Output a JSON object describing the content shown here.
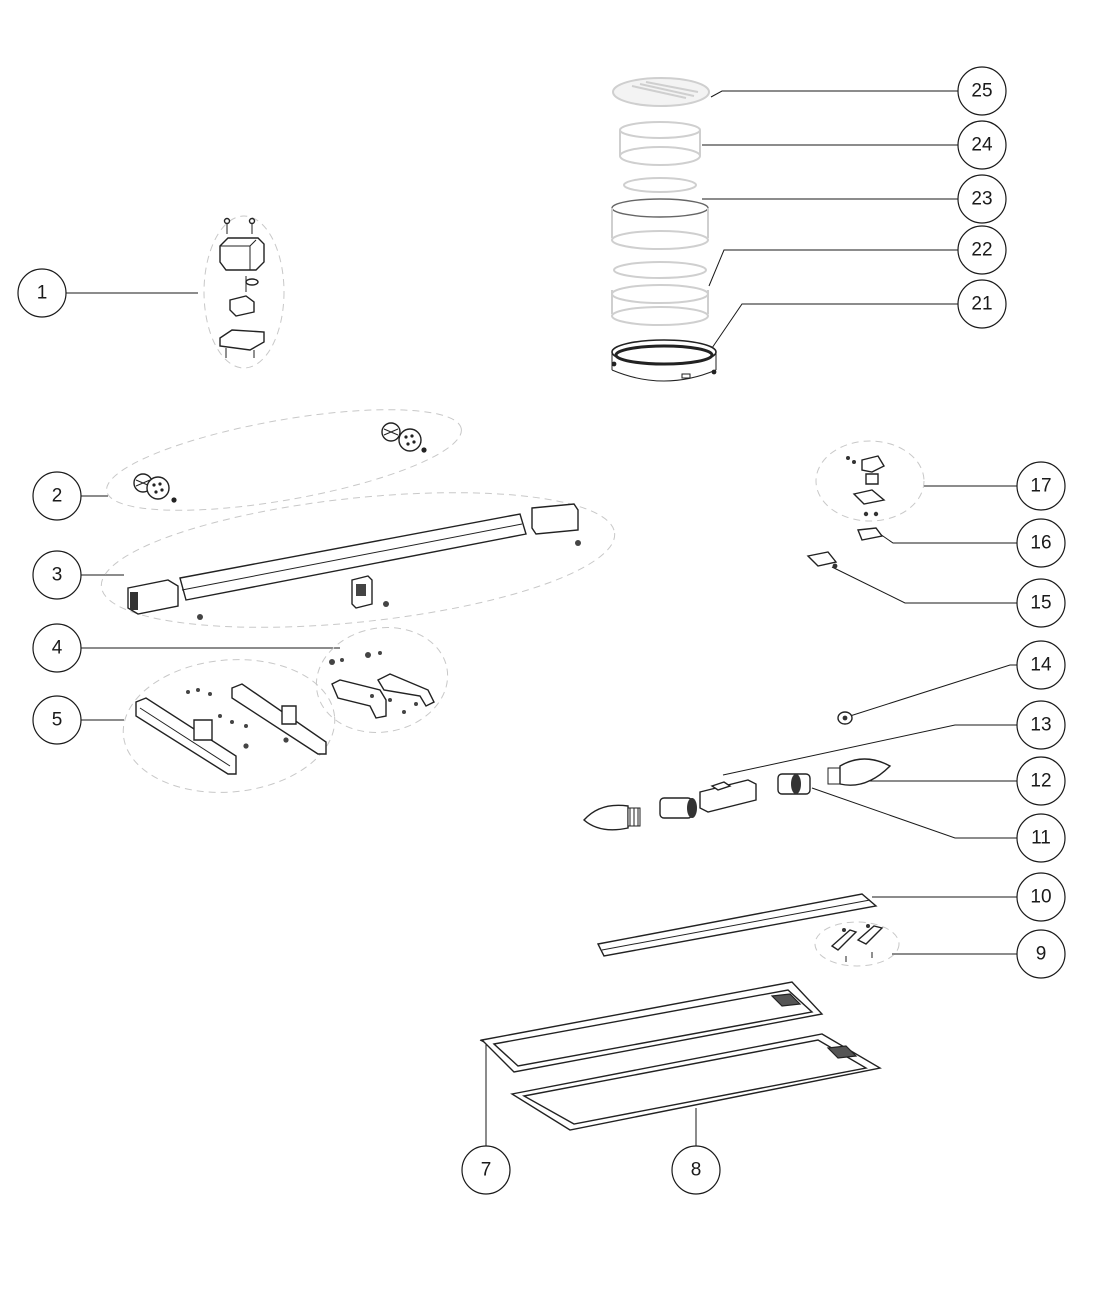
{
  "diagram": {
    "callouts": [
      {
        "id": "1",
        "label": "1"
      },
      {
        "id": "2",
        "label": "2"
      },
      {
        "id": "3",
        "label": "3"
      },
      {
        "id": "4",
        "label": "4"
      },
      {
        "id": "5",
        "label": "5"
      },
      {
        "id": "7",
        "label": "7"
      },
      {
        "id": "8",
        "label": "8"
      },
      {
        "id": "9",
        "label": "9"
      },
      {
        "id": "10",
        "label": "10"
      },
      {
        "id": "11",
        "label": "11"
      },
      {
        "id": "12",
        "label": "12"
      },
      {
        "id": "13",
        "label": "13"
      },
      {
        "id": "14",
        "label": "14"
      },
      {
        "id": "15",
        "label": "15"
      },
      {
        "id": "16",
        "label": "16"
      },
      {
        "id": "17",
        "label": "17"
      },
      {
        "id": "21",
        "label": "21"
      },
      {
        "id": "22",
        "label": "22"
      },
      {
        "id": "23",
        "label": "23"
      },
      {
        "id": "24",
        "label": "24"
      },
      {
        "id": "25",
        "label": "25"
      }
    ]
  }
}
